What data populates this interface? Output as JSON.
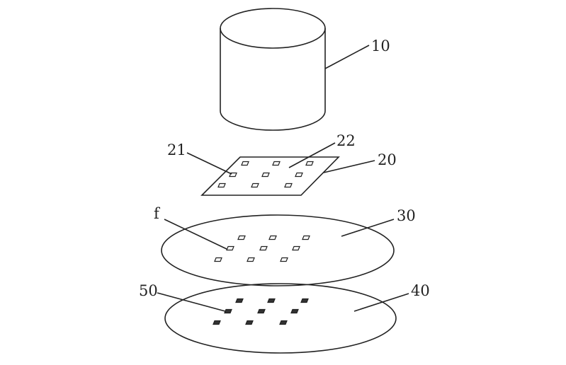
{
  "labels": {
    "cylinder": "10",
    "plate": "20",
    "plate_pad": "21",
    "plate_surface": "22",
    "pad_f": "f",
    "disc_upper": "30",
    "disc_lower": "40",
    "bump": "50"
  }
}
